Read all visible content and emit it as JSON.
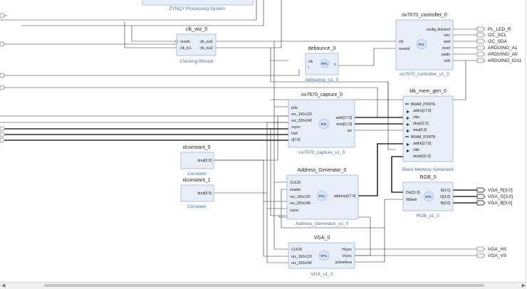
{
  "zynq": {
    "subtitle": "ZYNQ7 Processing System"
  },
  "clk_wiz": {
    "name": "clk_wiz_0",
    "subtitle": "Clocking Wizard",
    "inputs": [
      "resetn",
      "clk_in1"
    ],
    "outputs": [
      "clk_out1",
      "clk_out2"
    ]
  },
  "debounce": {
    "name": "debounce_0",
    "subtitle": "debounce_v1_0",
    "inputs": [
      "clk",
      "i"
    ],
    "outputs": [
      "o"
    ]
  },
  "ov7670_controller": {
    "name": "ov7670_controller_0",
    "subtitle": "ov7670_controller_v1_0",
    "inputs": [
      "clk",
      "resend"
    ],
    "outputs": [
      "config_finished",
      "sioc",
      "siod",
      "reset",
      "pwdn",
      "xclk"
    ]
  },
  "ov7670_capture": {
    "name": "ov7670_capture_0",
    "subtitle": "ov7670_capture_v1_0",
    "inputs": [
      "pclk",
      "rez_160x120",
      "rez_320x240",
      "vsync",
      "href",
      "d[7:0]"
    ],
    "outputs": [
      "addr[17:0]",
      "dout[11:0]",
      "we"
    ]
  },
  "blk_mem_gen": {
    "name": "blk_mem_gen_0",
    "subtitle": "Block Memory Generator",
    "pins": [
      "BRAM_PORTA",
      "addra[17:0]",
      "clka",
      "dina[11:0]",
      "wea[0:0]",
      "BRAM_PORTB",
      "addrb[17:0]",
      "clkb",
      "doutb[11:0]"
    ]
  },
  "xlconstant_0": {
    "name": "xlconstant_0",
    "subtitle": "Constant",
    "outputs": [
      "dout[0:0]"
    ]
  },
  "xlconstant_1": {
    "name": "xlconstant_1",
    "subtitle": "Constant",
    "outputs": [
      "dout[0:0]"
    ]
  },
  "address_generator": {
    "name": "Address_Generator_0",
    "subtitle": "Address_Generator_v1_0",
    "inputs": [
      "CLK25",
      "enable",
      "rez_160x120",
      "rez_320x240",
      "vsync"
    ],
    "outputs": [
      "address[17:0]"
    ]
  },
  "rgb": {
    "name": "RGB_0",
    "subtitle": "RGB_v1_0",
    "inputs": [
      "Din[11:0]",
      "Nblank"
    ],
    "outputs": [
      "R[3:0]",
      "G[3:0]",
      "B[3:0]"
    ]
  },
  "vga": {
    "name": "VGA_0",
    "subtitle": "VGA_v1_0",
    "inputs": [
      "CLK25",
      "rez_160x120",
      "rez_320x240"
    ],
    "outputs": [
      "Hsync",
      "Vsync",
      "activeArea"
    ]
  },
  "ports_out": {
    "pl_led_r": "PL_LED_R",
    "i2c_scl": "I2C_SCL",
    "i2c_sda": "I2C_SDA",
    "arduino_a1": "ARDUINO_A1",
    "arduino_a0": "ARDUINO_A0",
    "arduino_io11": "ARDUINO_IO11",
    "vga_r": "VGA_R[3:0]",
    "vga_g": "VGA_G[3:0]",
    "vga_b": "VGA_B[3:0]",
    "vga_hs": "VGA_HS",
    "vga_vs": "VGA_VS"
  },
  "rtl_label": "RTL"
}
